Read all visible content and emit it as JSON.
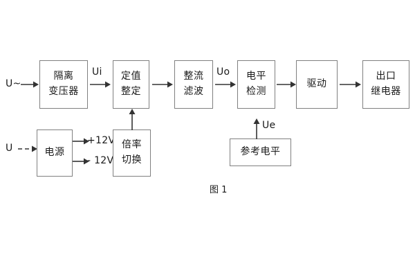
{
  "diagram": {
    "caption": "图 1",
    "stroke_color": "#7f7f7f",
    "line_color": "#333333",
    "text_color": "#1a1a1a",
    "background": "#ffffff",
    "blocks": [
      {
        "id": "isolation-transformer",
        "line1": "隔离",
        "line2": "变压器"
      },
      {
        "id": "setting-value",
        "line1": "定值",
        "line2": "整定"
      },
      {
        "id": "rectifier-filter",
        "line1": "整流",
        "line2": "滤波"
      },
      {
        "id": "level-detection",
        "line1": "电平",
        "line2": "检测"
      },
      {
        "id": "drive",
        "line1": "驱动",
        "line2": ""
      },
      {
        "id": "output-relay",
        "line1": "出口",
        "line2": "继电器"
      },
      {
        "id": "power-supply",
        "line1": "电源",
        "line2": ""
      },
      {
        "id": "multiplier-switch",
        "line1": "倍率",
        "line2": "切换"
      },
      {
        "id": "reference-level",
        "line1": "参考电平",
        "line2": ""
      }
    ],
    "signals": {
      "input_ac": "U~",
      "input_dc": "U",
      "ui": "Ui",
      "uo": "Uo",
      "ue": "Ue",
      "supply_positive": "+12V",
      "supply_negative": "- 12V"
    }
  }
}
